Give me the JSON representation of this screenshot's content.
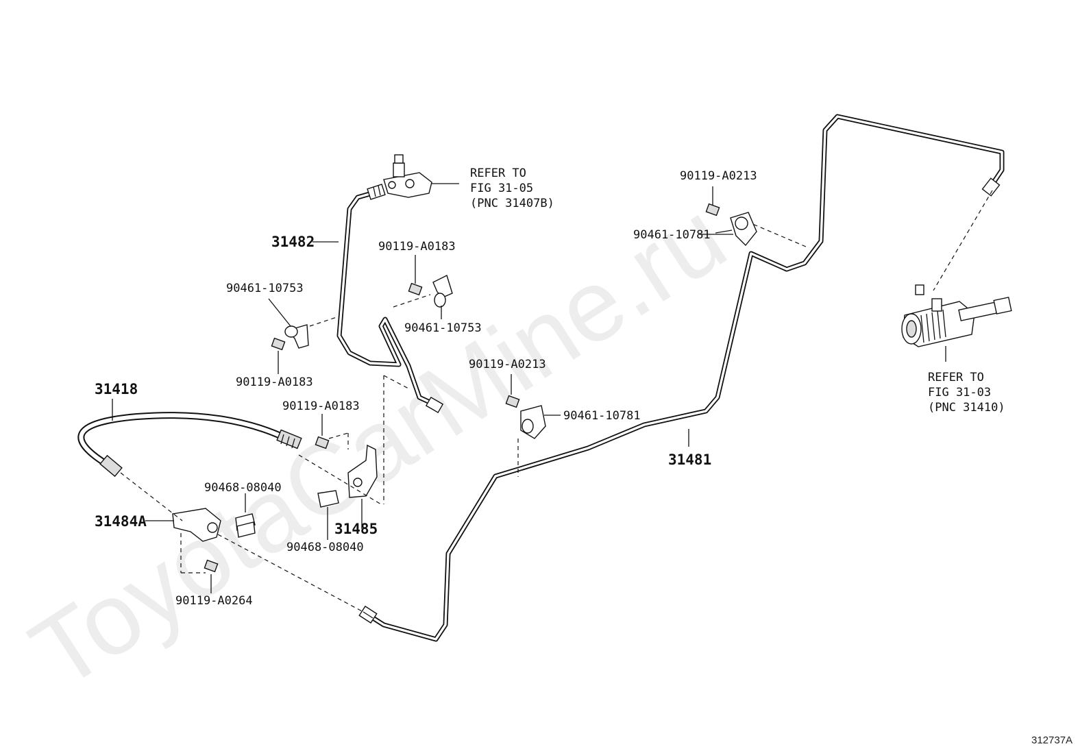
{
  "watermark": "ToyotaCarMine.ru",
  "figure_code": "312737A",
  "labels": {
    "p31482": "31482",
    "p31418": "31418",
    "p31481": "31481",
    "p31485": "31485",
    "p31484A": "31484A",
    "b90119_A0183_top": "90119-A0183",
    "b90119_A0183_left": "90119-A0183",
    "b90119_A0183_mid": "90119-A0183",
    "b90119_A0213_top": "90119-A0213",
    "b90119_A0213_mid": "90119-A0213",
    "b90119_A0264": "90119-A0264",
    "c90461_10753_left": "90461-10753",
    "c90461_10753_mid": "90461-10753",
    "c90461_10781_top": "90461-10781",
    "c90461_10781_mid": "90461-10781",
    "c90468_08040_top": "90468-08040",
    "c90468_08040_bot": "90468-08040"
  },
  "refs": {
    "top": {
      "line1": "REFER TO",
      "line2": "FIG 31-05",
      "line3": "(PNC 31407B)"
    },
    "right": {
      "line1": "REFER TO",
      "line2": "FIG 31-03",
      "line3": "(PNC 31410)"
    }
  }
}
